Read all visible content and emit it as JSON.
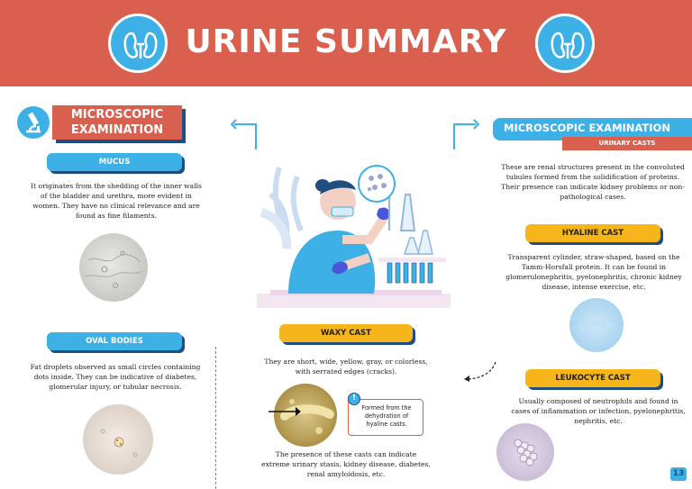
{
  "header": {
    "title": "URINE SUMMARY"
  },
  "left": {
    "section_line1": "MICROSCOPIC",
    "section_line2": "EXAMINATION",
    "mucus": {
      "label": "MUCUS",
      "text": "It originates from the shedding of the inner walls of the bladder and urethra, more evident in women. They have no clinical relevance and are found as fine filaments."
    },
    "oval": {
      "label": "OVAL BODIES",
      "text": "Fat droplets observed as small circles containing dots inside. They can be indicative of diabetes, glomerular injury, or tubular necrosis."
    }
  },
  "center": {
    "waxy": {
      "label": "WAXY CAST",
      "text": "They are short, wide, yellow, gray, or colorless, with serrated edges (cracks).",
      "note_mark": "!",
      "note": "Formed from the dehydration of hyaline casts.",
      "bottom": "The presence of these casts can indicate extreme urinary stasis, kidney disease, diabetes, renal amyloidosis, etc."
    }
  },
  "right": {
    "section_title": "MICROSCOPIC EXAMINATION",
    "sub_title": "URINARY CASTS",
    "intro": "These are renal structures present in the convoluted tubules formed from the solidification of proteins. Their presence can indicate kidney problems or non-pathological cases.",
    "hyaline": {
      "label": "HYALINE CAST",
      "text": "Transparent cylinder, straw-shaped, based on the Tamm-Horsfall protein. It can be found in glomerulonephritis, pyelonephritis, chronic kidney disease, intense exercise, etc."
    },
    "leukocyte": {
      "label": "LEUKOCYTE CAST",
      "text": "Usually composed of neutrophils and found in cases of inflammation or infection, pyelonephritis, nephritis, etc."
    }
  },
  "page_number": "13",
  "colors": {
    "accent_red": "#d9604f",
    "accent_blue": "#3db0e6",
    "accent_yellow": "#f6b51a",
    "navy": "#1f4f80"
  },
  "icons": [
    "kidney-icon",
    "microscope-icon",
    "scientist-illustration",
    "arrow-icon"
  ]
}
